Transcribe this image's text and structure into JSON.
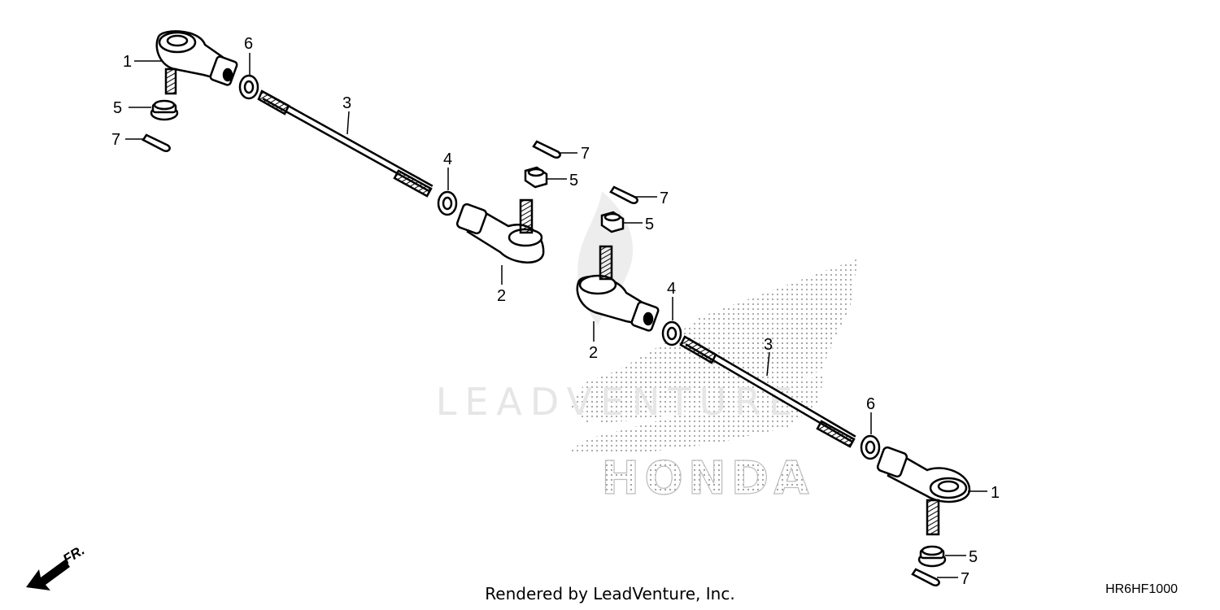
{
  "watermark": {
    "text": "LEADVENTURE",
    "brand": "HONDA"
  },
  "direction": {
    "label": "FR."
  },
  "callouts": [
    "1",
    "6",
    "5",
    "7",
    "3",
    "4",
    "7",
    "5",
    "7",
    "5",
    "2",
    "4",
    "2",
    "3",
    "6",
    "1",
    "5",
    "7"
  ],
  "footer": {
    "rendered_by": "Rendered by LeadVenture, Inc."
  },
  "diagram_code": "HR6HF1000",
  "colors": {
    "line": "#000000",
    "watermark": "#c8c8c8",
    "background": "#ffffff"
  }
}
